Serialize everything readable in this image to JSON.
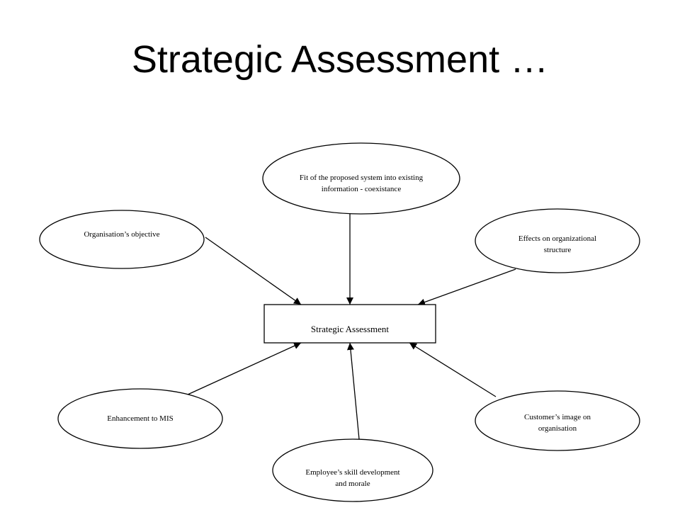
{
  "slide": {
    "title": "Strategic Assessment …"
  },
  "diagram": {
    "center": {
      "label": "Strategic Assessment"
    },
    "nodes": [
      {
        "id": "fit",
        "lines": [
          "Fit of the proposed system into existing",
          "information - coexistance"
        ]
      },
      {
        "id": "objective",
        "lines": [
          "Organisation’s objective"
        ]
      },
      {
        "id": "structure",
        "lines": [
          "Effects on organizational",
          "structure"
        ]
      },
      {
        "id": "mis",
        "lines": [
          "Enhancement to MIS"
        ]
      },
      {
        "id": "skill",
        "lines": [
          "Employee’s skill development",
          "and morale"
        ]
      },
      {
        "id": "image",
        "lines": [
          "Customer’s image on",
          "organisation"
        ]
      }
    ]
  }
}
